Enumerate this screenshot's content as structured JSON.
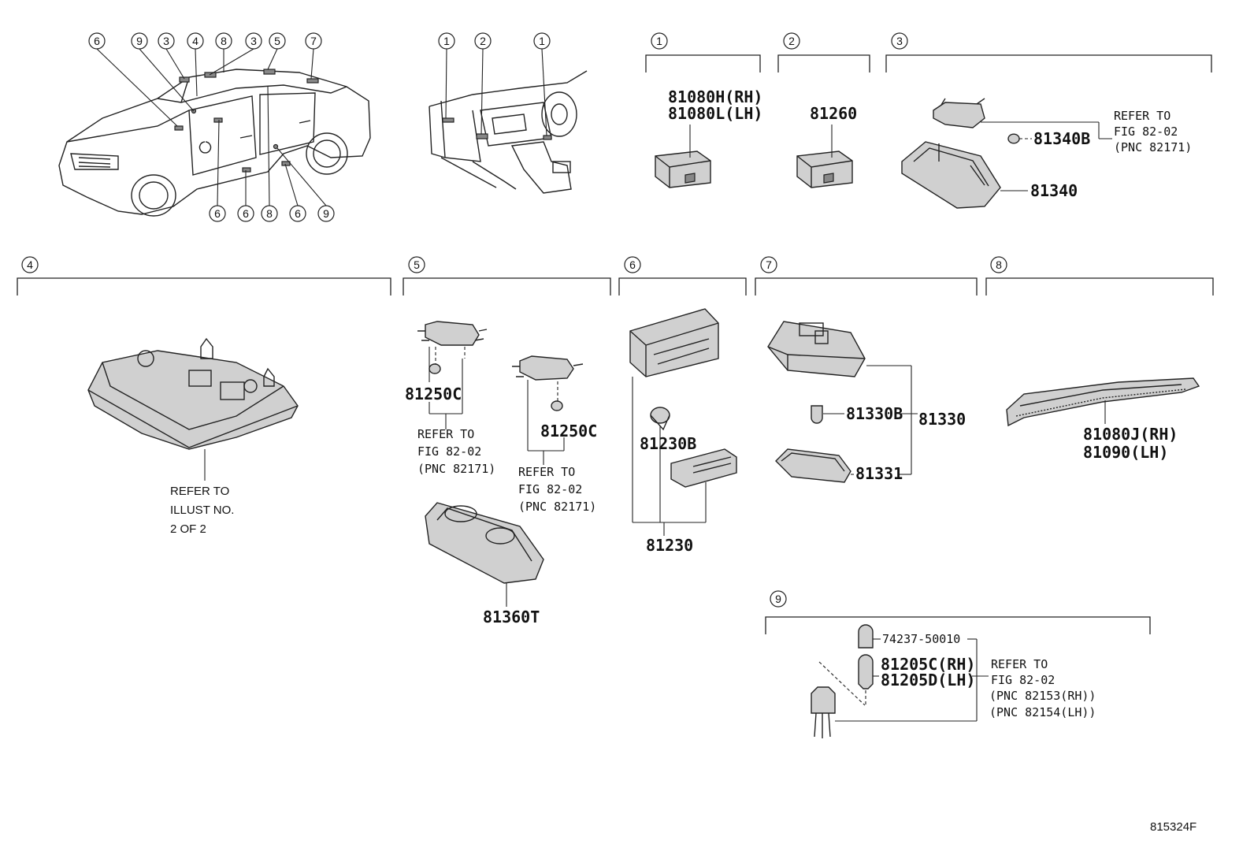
{
  "diagram_id": "815324F",
  "car_callouts_top": [
    "6",
    "9",
    "3",
    "4",
    "8",
    "3",
    "5",
    "7"
  ],
  "car_callouts_bottom": [
    "6",
    "6",
    "8",
    "6",
    "9"
  ],
  "dash_callouts": [
    "1",
    "2",
    "1"
  ],
  "sections": {
    "s1": {
      "num": "1",
      "parts": [
        "81080H(RH)",
        "81080L(LH)"
      ]
    },
    "s2": {
      "num": "2",
      "parts": [
        "81260"
      ]
    },
    "s3": {
      "num": "3",
      "bulb": "81340B",
      "lamp": "81340",
      "refer": [
        "REFER TO",
        "FIG 82-02",
        "(PNC 82171)"
      ]
    },
    "s4": {
      "num": "4",
      "refer": [
        "REFER TO",
        "ILLUST NO.",
        "2 OF 2"
      ]
    },
    "s5": {
      "num": "5",
      "bulb_a": "81250C",
      "bulb_b": "81250C",
      "lamp": "81360T",
      "refer_a": [
        "REFER TO",
        "FIG 82-02",
        "(PNC 82171)"
      ],
      "refer_b": [
        "REFER TO",
        "FIG 82-02",
        "(PNC 82171)"
      ]
    },
    "s6": {
      "num": "6",
      "bulb": "81230B",
      "lamp": "81230"
    },
    "s7": {
      "num": "7",
      "bulb": "81330B",
      "lamp": "81330",
      "lens": "81331"
    },
    "s8": {
      "num": "8",
      "parts": [
        "81080J(RH)",
        "81090(LH)"
      ]
    },
    "s9": {
      "num": "9",
      "bulb": "74237-50010",
      "parts": [
        "81205C(RH)",
        "81205D(LH)"
      ],
      "refer": [
        "REFER TO",
        "FIG 82-02",
        "(PNC 82153(RH))",
        "(PNC 82154(LH))"
      ]
    }
  }
}
